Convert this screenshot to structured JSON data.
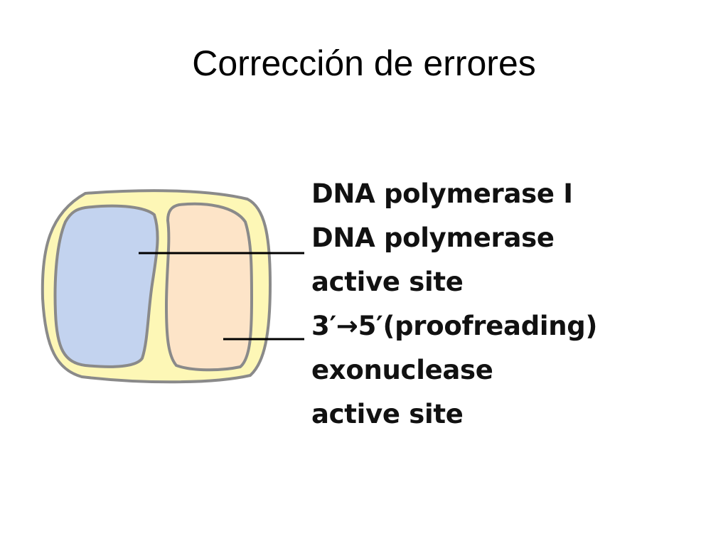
{
  "slide": {
    "title": "Corrección de errores"
  },
  "diagram": {
    "enzyme_label": "DNA polymerase I",
    "polymerase_site": {
      "line1": "DNA polymerase",
      "line2": "active site"
    },
    "exonuclease_site": {
      "line1": "3′→5′(proofreading)",
      "line2": "exonuclease",
      "line3": "active site"
    },
    "colors": {
      "enzyme_body": "#fdf7b6",
      "polymerase_domain": "#c3d3ef",
      "exonuclease_domain": "#fde4c8",
      "outline": "#8a8a8a",
      "leader_line": "#000000"
    }
  }
}
